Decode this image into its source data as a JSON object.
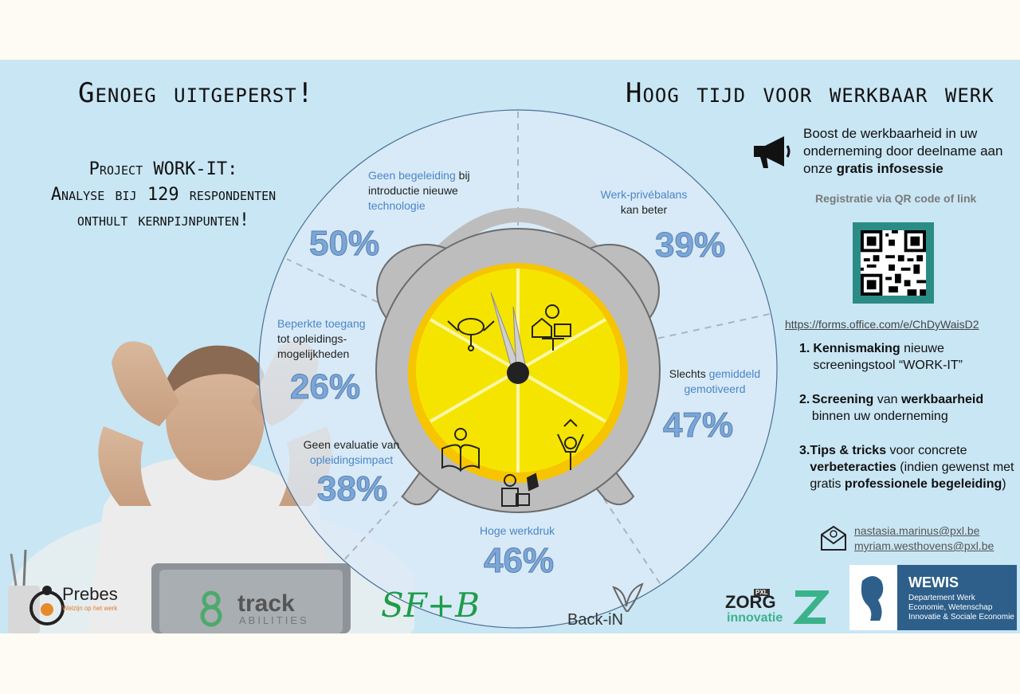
{
  "titles": {
    "left": "Genoeg uitgeperst!",
    "right": "Hoog tijd voor werkbaar werk"
  },
  "project": {
    "line1": "Project WORK-IT:",
    "line2": "Analyse bij 129 respondenten",
    "line3": "onthult kernpijnpunten!"
  },
  "segments": [
    {
      "pre": "",
      "hl": "Geen begeleiding",
      "post": " bij introductie nieuwe ",
      "hl2": "technologie",
      "pct": "50%"
    },
    {
      "pre": "",
      "hl": "Werk-privébalans",
      "post": " kan beter",
      "hl2": "",
      "pct": "39%"
    },
    {
      "pre": "Slechts ",
      "hl": "gemiddeld gemotiveerd",
      "post": "",
      "hl2": "",
      "pct": "47%"
    },
    {
      "pre": "",
      "hl": "Hoge werkdruk",
      "post": "",
      "hl2": "",
      "pct": "46%"
    },
    {
      "pre": "Geen evaluatie van ",
      "hl": "opleidingsimpact",
      "post": "",
      "hl2": "",
      "pct": "38%"
    },
    {
      "pre": "",
      "hl": "Beperkte toegang",
      "post": " tot opleidings-mogelijkheden",
      "hl2": "",
      "pct": "26%"
    }
  ],
  "boost": {
    "text": "Boost de werkbaarheid in uw onderneming door deelname aan onze ",
    "bold": "gratis infosessie"
  },
  "registration": "Registratie via QR code of link",
  "link": "https://forms.office.com/e/ChDyWaisD2",
  "steps": [
    {
      "num": "1.",
      "b1": "Kennismaking",
      "t1": " nieuwe screeningstool “WORK-IT”",
      "b2": "",
      "t2": "",
      "b3": "",
      "t3": ""
    },
    {
      "num": "2.",
      "b1": "Screening",
      "t1": " van ",
      "b2": "werkbaarheid",
      "t2": " binnen uw onderneming",
      "b3": "",
      "t3": ""
    },
    {
      "num": "3.",
      "b1": "Tips & tricks",
      "t1": " voor concrete ",
      "b2": "verbeteracties",
      "t2": " (indien gewenst met gratis ",
      "b3": "professionele begeleiding",
      "t3": ")"
    }
  ],
  "emails": [
    "nastasia.marinus@pxl.be",
    "myriam.westhovens@pxl.be"
  ],
  "logos": {
    "prebes": "Prebes",
    "prebes_sub": "Welzijn op het werk",
    "track": "track",
    "abilities": "ABILITIES",
    "sf": "SF+B",
    "backin": "Back-iN",
    "zorg": "ZORG",
    "innovatie": "innovatie",
    "pxl": "PXL",
    "wewis": "WEWIS",
    "wewis_sub1": "Departement Werk",
    "wewis_sub2": "Economie, Wetenschap",
    "wewis_sub3": "Innovatie & Sociale Economie"
  },
  "colors": {
    "background": "#c9e6f4",
    "highlight": "#4a86c8",
    "percent": "#7aa6d8",
    "lemon": "#f5d800",
    "clock": "#b3b3b3"
  }
}
